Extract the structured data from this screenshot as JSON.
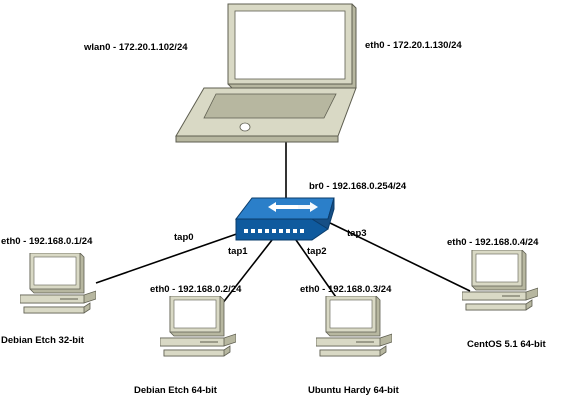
{
  "laptop": {
    "label_wlan": "wlan0 - 172.20.1.102/24",
    "label_eth": "eth0 - 172.20.1.130/24"
  },
  "bridge": {
    "label": "br0 - 192.168.0.254/24"
  },
  "taps": [
    "tap0",
    "tap1",
    "tap2",
    "tap3"
  ],
  "hosts": [
    {
      "ip": "eth0 - 192.168.0.1/24",
      "name": "Debian Etch 32-bit"
    },
    {
      "ip": "eth0 - 192.168.0.2/24",
      "name": "Debian Etch 64-bit"
    },
    {
      "ip": "eth0 - 192.168.0.3/24",
      "name": "Ubuntu Hardy 64-bit"
    },
    {
      "ip": "eth0 - 192.168.0.4/24",
      "name": "CentOS 5.1 64-bit"
    }
  ],
  "colors": {
    "device_body": "#d9d9c5",
    "device_dark": "#b7b7a0",
    "device_edge": "#5e5e50",
    "screen": "#ffffff",
    "switch_top": "#2b7fc9",
    "switch_front": "#0f5a9e",
    "link": "#000000"
  }
}
